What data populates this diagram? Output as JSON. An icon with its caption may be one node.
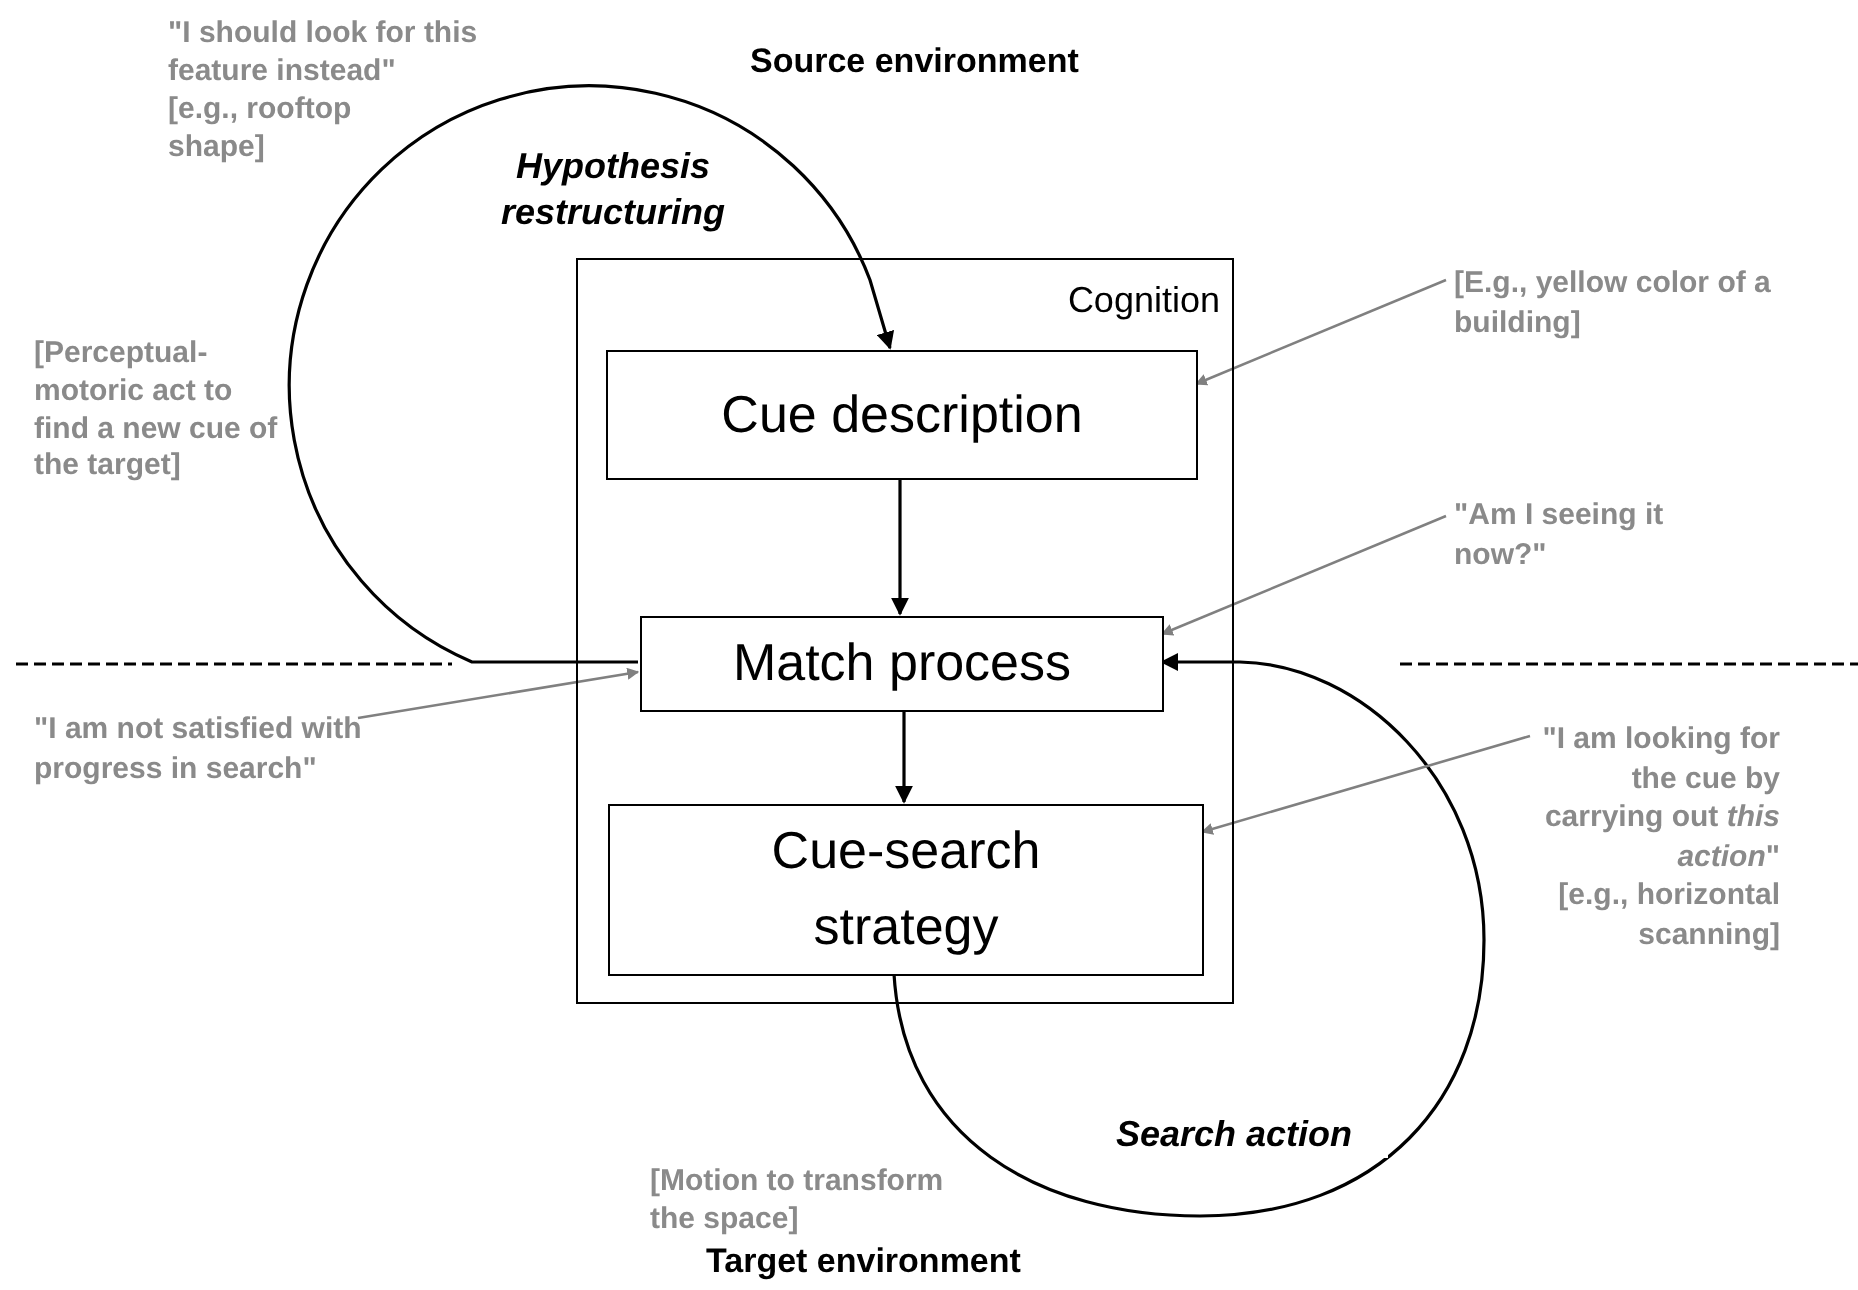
{
  "diagram": {
    "nodes": [
      {
        "text": [
          "Cognition"
        ]
      },
      {
        "text": [
          "Cue description"
        ],
        "in": 0
      },
      {
        "text": [
          "Match process"
        ],
        "in": 0
      },
      {
        "text": [
          "Cue-search strategy"
        ],
        "in": 0
      },
      {
        "text": [
          "[E.g., yellow color of a building]"
        ]
      },
      {
        "text": [
          "\"Am I seeing it now?\""
        ]
      },
      {
        "text": [
          "\"I am not satisfied with progress in search\""
        ]
      },
      {
        "text": [
          "\"I am looking for the cue by carrying out *this action*\"",
          "[e.g., horizontal scanning]"
        ]
      }
    ],
    "edges": [
      {
        "from": 1,
        "to": 2,
        "arrow": "to"
      },
      {
        "from": 2,
        "to": 3,
        "arrow": "to"
      },
      {
        "from": 2,
        "to": 1,
        "arrow": "to",
        "label": "Hypothesis restructuring"
      },
      {
        "from": 3,
        "to": 2,
        "arrow": "to",
        "label": "Search action"
      },
      {
        "from": 4,
        "to": 1,
        "arrow": "to",
        "color": "#808080"
      },
      {
        "from": 5,
        "to": 2,
        "arrow": "to",
        "color": "#808080"
      },
      {
        "from": 6,
        "to": 2,
        "arrow": "to",
        "color": "#808080"
      },
      {
        "from": 7,
        "to": 3,
        "arrow": "to",
        "color": "#808080"
      }
    ],
    "labels": [
      "\"I should look for this feature instead\"",
      "[e.g., rooftop shape]",
      "Source environment",
      "[Perceptual-motoric act to find a new cue of the target]",
      "[Motion to transform the space]",
      "Target environment"
    ]
  }
}
